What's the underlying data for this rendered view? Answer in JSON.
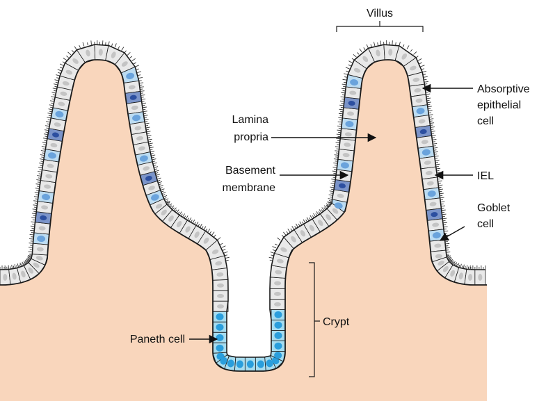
{
  "labels": {
    "villus": "Villus",
    "lamina_propria_line1": "Lamina",
    "lamina_propria_line2": "propria",
    "basement_membrane_line1": "Basement",
    "basement_membrane_line2": "membrane",
    "absorptive_line1": "Absorptive",
    "absorptive_line2": "epithelial",
    "absorptive_line3": "cell",
    "iel": "IEL",
    "goblet_line1": "Goblet",
    "goblet_line2": "cell",
    "crypt": "Crypt",
    "paneth": "Paneth cell"
  },
  "colors": {
    "tissue": "#f9d6bc",
    "epithelial_cell": "#e9e9e9",
    "epithelial_nucleus": "#c4c4c4",
    "iel_cell": "#bcdcf2",
    "iel_nucleus": "#6aa3dc",
    "goblet_cell": "#7b94c9",
    "goblet_nucleus": "#2c4fa0",
    "paneth_cell": "#a6dcef",
    "paneth_granule": "#2a9edc",
    "outline": "#1a1a1a"
  }
}
